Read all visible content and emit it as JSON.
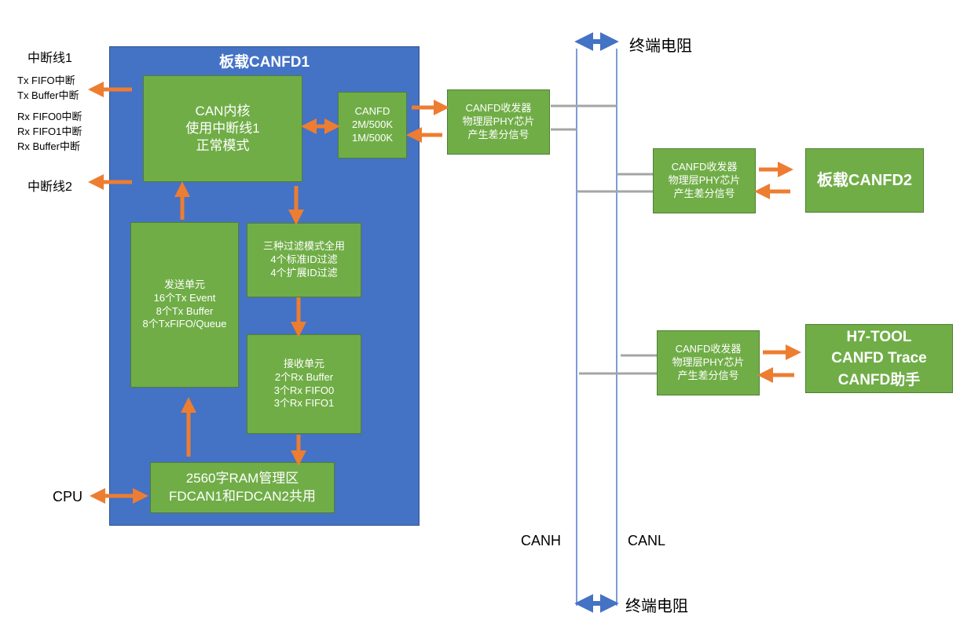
{
  "board": {
    "title": "板载CANFD1"
  },
  "left_labels": {
    "int_line1": "中断线1",
    "int_line1_items": [
      "Tx FIFO中断",
      "Tx Buffer中断"
    ],
    "rx_items": [
      "Rx FIFO0中断",
      "Rx FIFO1中断",
      "Rx Buffer中断"
    ],
    "int_line2": "中断线2",
    "cpu": "CPU"
  },
  "blocks": {
    "can_core": [
      "CAN内核",
      "使用中断线1",
      "正常模式"
    ],
    "canfd_rate": [
      "CANFD",
      "2M/500K",
      "1M/500K"
    ],
    "filter": [
      "三种过滤模式全用",
      "4个标准ID过滤",
      "4个扩展ID过滤"
    ],
    "tx_unit": [
      "发送单元",
      "16个Tx Event",
      "8个Tx Buffer",
      "8个TxFIFO/Queue"
    ],
    "rx_unit": [
      "接收单元",
      "2个Rx Buffer",
      "3个Rx FIFO0",
      "3个Rx FIFO1"
    ],
    "ram": [
      "2560字RAM管理区",
      "FDCAN1和FDCAN2共用"
    ]
  },
  "transceivers": {
    "t1": [
      "CANFD收发器",
      "物理层PHY芯片",
      "产生差分信号"
    ],
    "t2": [
      "CANFD收发器",
      "物理层PHY芯片",
      "产生差分信号"
    ],
    "t3": [
      "CANFD收发器",
      "物理层PHY芯片",
      "产生差分信号"
    ]
  },
  "nodes": {
    "canfd2": "板载CANFD2",
    "h7tool": [
      "H7-TOOL",
      "CANFD Trace",
      "CANFD助手"
    ]
  },
  "bus": {
    "term_top": "终端电阻",
    "term_bottom": "终端电阻",
    "canh": "CANH",
    "canl": "CANL"
  },
  "colors": {
    "board_blue": "#4472c4",
    "block_green": "#70ad47",
    "arrow_orange": "#ed7d31",
    "bus_blue": "#4472c4",
    "stub_gray": "#a5a5a5"
  }
}
